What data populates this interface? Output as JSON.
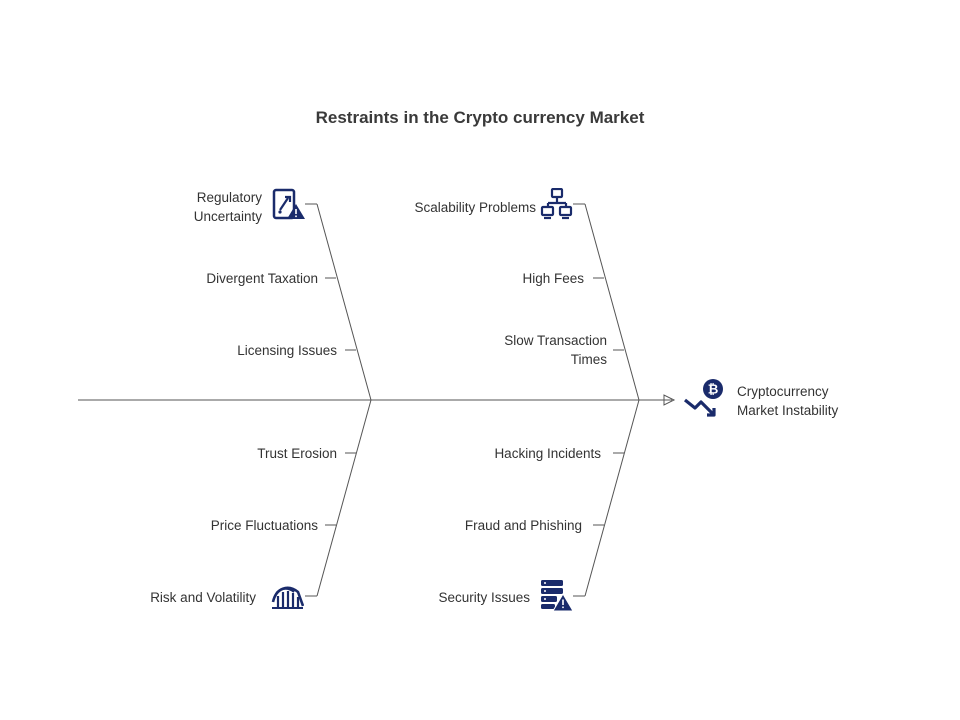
{
  "title": "Restraints in the Crypto currency Market",
  "effect": {
    "line1": "Cryptocurrency",
    "line2": "Market  Instability",
    "icon": "bitcoin-decline-icon"
  },
  "branches": {
    "top_left": {
      "icon": "regulation-warning-icon",
      "causes": [
        {
          "line1": "Regulatory",
          "line2": "Uncertainty"
        },
        {
          "line1": "Divergent Taxation"
        },
        {
          "line1": "Licensing Issues"
        }
      ]
    },
    "top_right": {
      "icon": "network-nodes-icon",
      "causes": [
        {
          "line1": "Scalability Problems"
        },
        {
          "line1": "High Fees"
        },
        {
          "line1": "Slow Transaction",
          "line2": "Times"
        }
      ]
    },
    "bottom_left": {
      "icon": "rollercoaster-icon",
      "causes": [
        {
          "line1": "Trust Erosion"
        },
        {
          "line1": "Price Fluctuations"
        },
        {
          "line1": "Risk and Volatility"
        }
      ]
    },
    "bottom_right": {
      "icon": "server-warning-icon",
      "causes": [
        {
          "line1": "Hacking Incidents"
        },
        {
          "line1": "Fraud and Phishing"
        },
        {
          "line1": "Security Issues"
        }
      ]
    }
  },
  "colors": {
    "icon": "#1a2b6b",
    "line": "#555555",
    "text": "#333333"
  }
}
